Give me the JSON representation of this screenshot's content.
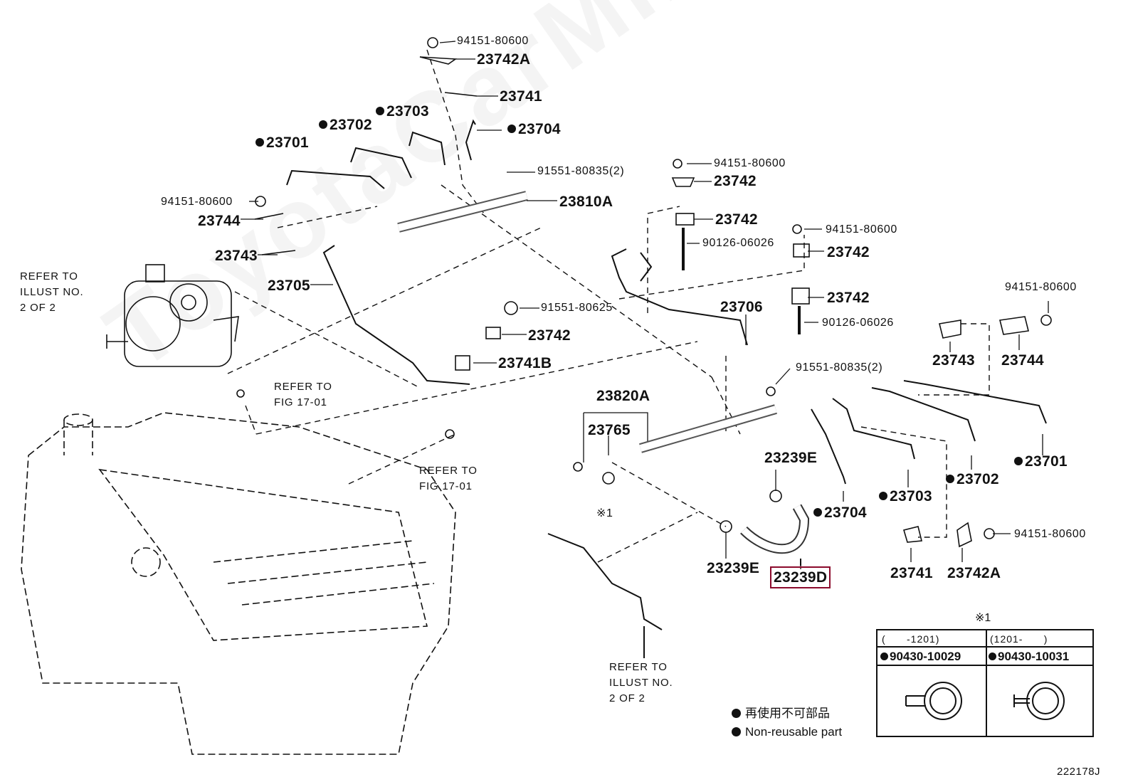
{
  "watermark": "ToyotaCarMine.ru",
  "illustration_code": "222178J",
  "highlighted_part": "23239D",
  "labels": {
    "p_94151_80600_top": "94151-80600",
    "p_23742A_top": "23742A",
    "p_23741_top": "23741",
    "p_23703": "23703",
    "p_23702": "23702",
    "p_23704": "23704",
    "p_23701": "23701",
    "p_91551_80835_2_top": "91551-80835(2)",
    "p_94151_80600_left": "94151-80600",
    "p_23744_left": "23744",
    "p_23810A": "23810A",
    "p_23743_left": "23743",
    "p_23705": "23705",
    "p_91551_80625": "91551-80625",
    "p_23742_mid": "23742",
    "p_23741B": "23741B",
    "p_94151_80600_mid": "94151-80600",
    "p_23742_a": "23742",
    "p_23742_b": "23742",
    "p_90126_06026_a": "90126-06026",
    "p_94151_80600_mid2": "94151-80600",
    "p_23742_c": "23742",
    "p_23742_d": "23742",
    "p_90126_06026_b": "90126-06026",
    "p_23706": "23706",
    "p_94151_80600_right": "94151-80600",
    "p_23743_right": "23743",
    "p_23744_right": "23744",
    "p_91551_80835_2_right": "91551-80835(2)",
    "p_23820A": "23820A",
    "p_23765": "23765",
    "p_note1_mark": "※1",
    "p_23239E_top": "23239E",
    "p_23239E_bottom": "23239E",
    "p_23239D": "23239D",
    "p_23704_right": "23704",
    "p_23703_right": "23703",
    "p_23702_right": "23702",
    "p_23701_right": "23701",
    "p_23741_right": "23741",
    "p_23742A_right": "23742A",
    "p_94151_80600_br": "94151-80600"
  },
  "refs": {
    "illust_left": "REFER TO\nILLUST NO.\n2 OF 2",
    "fig_a": "REFER TO\nFIG 17-01",
    "fig_b": "REFER TO\nFIG 17-01",
    "illust_bottom": "REFER TO\nILLUST NO.\n2 OF 2"
  },
  "table": {
    "note_mark": "※1",
    "col1_header": "(      -1201)",
    "col2_header": "(1201-      )",
    "col1_part": "90430-10029",
    "col2_part": "90430-10031"
  },
  "legend": {
    "line_jp": "再使用不可部品",
    "line_en": "Non-reusable part"
  }
}
